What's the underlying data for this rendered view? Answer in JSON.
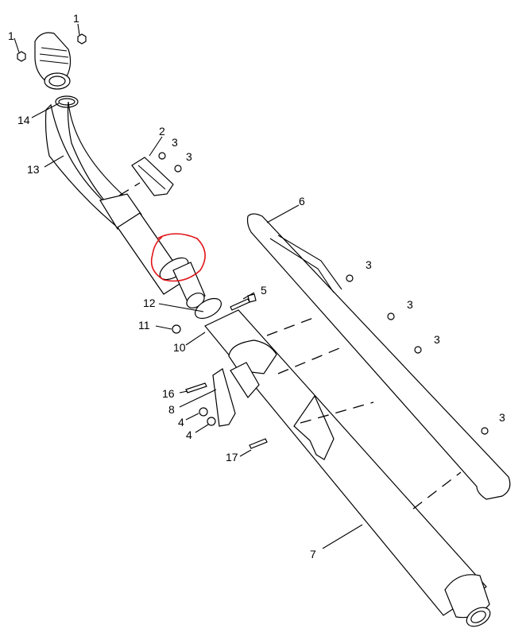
{
  "callouts": {
    "c1a": "1",
    "c1b": "1",
    "c14": "14",
    "c13": "13",
    "c2": "2",
    "c3a": "3",
    "c3b": "3",
    "c6": "6",
    "c3c": "3",
    "c3d": "3",
    "c3e": "3",
    "c3f": "3",
    "c5": "5",
    "c12": "12",
    "c11": "11",
    "c10": "10",
    "c16": "16",
    "c8": "8",
    "c4a": "4",
    "c4b": "4",
    "c17": "17",
    "c7": "7"
  },
  "colors": {
    "line": "#000000",
    "highlight_circle": "#e0161a",
    "background": "#ffffff"
  }
}
